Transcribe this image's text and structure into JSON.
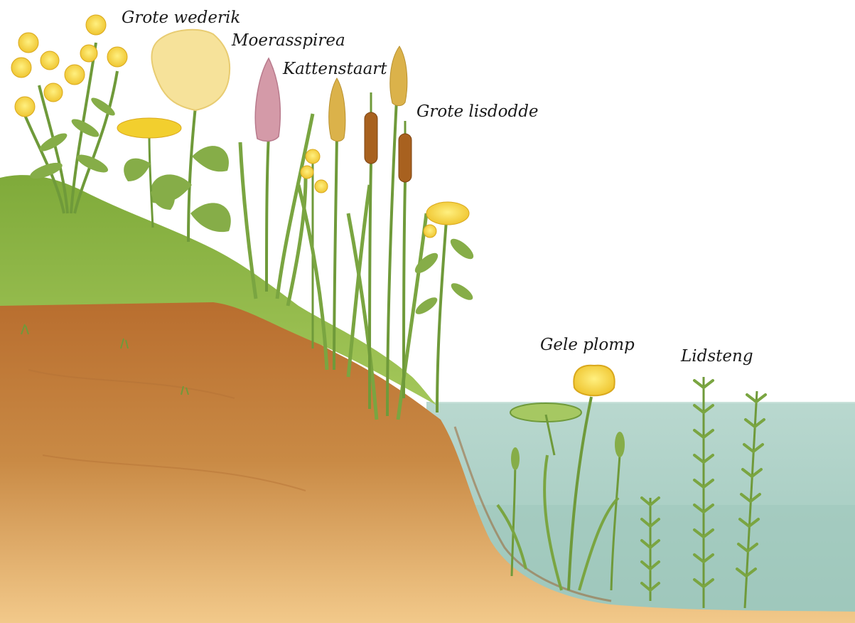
{
  "diagram": {
    "labels": {
      "grote_wederik": "Grote wederik",
      "moerasspirea": "Moerasspirea",
      "kattenstaart": "Kattenstaart",
      "grote_lisdodde": "Grote lisdodde",
      "gele_plomp": "Gele plomp",
      "lidsteng": "Lidsteng"
    },
    "colors": {
      "soil": "#c98a45",
      "soil_dark": "#a9652c",
      "grass": "#8fb848",
      "water": "#aacfc4",
      "water_deep": "#9cc4ba",
      "stem": "#6f9a3a",
      "leaf": "#86ad48",
      "yellow_flower": "#f2cf2e",
      "cattail": "#a8611f",
      "pink_spike": "#d49aa8",
      "meadowsweet": "#f6e29a"
    }
  }
}
